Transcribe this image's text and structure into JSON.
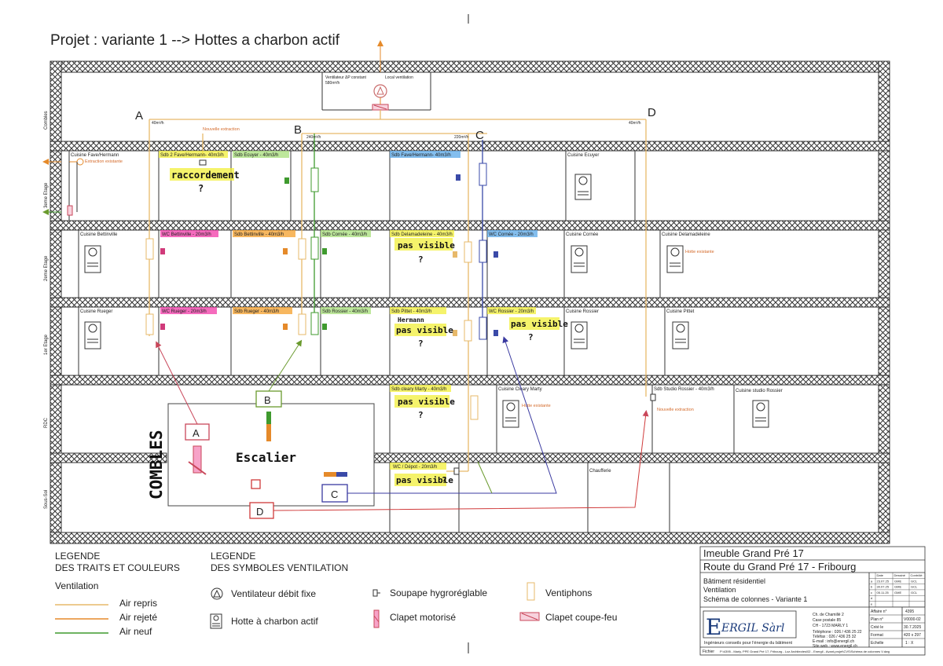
{
  "title": "Projet : variante 1 --> Hottes a charbon actif",
  "roof": {
    "fan_label": "Ventilateur ΔP constant",
    "fan_flow": "580m³/h",
    "room_label": "Local ventilation",
    "new_extraction": "Nouvelle extraction"
  },
  "columns": {
    "a": {
      "letter": "A",
      "flow": "40m³/h"
    },
    "b": {
      "letter": "B",
      "flow": "240m³/h"
    },
    "c": {
      "letter": "C",
      "flow": "220m³/h"
    },
    "d": {
      "letter": "D",
      "flow": "40m³/h"
    }
  },
  "floors": {
    "combles": "Combles",
    "etage3": "3eme Etage",
    "etage2": "2eme Etage",
    "etage1": "1er Etage",
    "rdc": "RDC",
    "soussol": "Sous-Sol"
  },
  "rooms": {
    "r3_1": "Cuisine Fave/Hermann",
    "r3_1_note": "Extraction existante",
    "r3_2": "Sdb 2 Fave/Hermann- 40m3/h",
    "r3_3": "Sdb Ecuyer - 40m3/h",
    "r3_4": "Sdb Fave/Hermann- 40m3/h",
    "r3_5": "Cuisine Ecuyer",
    "r2_1": "Cuisine Bettinville",
    "r2_2": "WC Bettinville - 20m3/h",
    "r2_3": "Sdb Bettinville - 40m3/h",
    "r2_4": "Sdb Cornée - 40m3/h",
    "r2_5": "Sdb Delamadeleine - 40m3/h",
    "r2_6": "WC Cornée - 20m3/h",
    "r2_7": "Cuisine Cornée",
    "r2_8": "Cuisine Delamadeleine",
    "r2_8_note": "Hotte existante",
    "r1_1": "Cuisine Rueger",
    "r1_2": "WC Rueger - 20m3/h",
    "r1_3": "Sdb Rueger - 40m3/h",
    "r1_4": "Sdb Rossier - 40m3/h",
    "r1_5": "Sdb Pittet - 40m3/h",
    "r1_6": "WC Rossier - 20m3/h",
    "r1_7": "Cuisine Rossier",
    "r1_8": "Cuisine Pittet",
    "r0_1": "Sdb cleary Marty - 40m3/h",
    "r0_2": "Cuisine Cleary Marty",
    "r0_2_note": "Hotte existante",
    "r0_3": "Sdb Studio Rossier - 40m3/h",
    "r0_3_note": "Nouvelle extraction",
    "r0_4": "Cuisine studio Rossier",
    "rs_1": "WC / Dépot - 20m3/h",
    "rs_2": "Chaufferie"
  },
  "annotations": {
    "raccordement": "raccordement",
    "question": "?",
    "pas_visible": "pas visible",
    "hermann": "Hermann",
    "combles": "COMBLES",
    "escalier": "Escalier",
    "a": "A",
    "b": "B",
    "c": "C",
    "d": "D"
  },
  "legend_lines": {
    "title1": "LEGENDE",
    "title2": "DES TRAITS ET COULEURS",
    "section": "Ventilation",
    "items": [
      "Air repris",
      "Air rejeté",
      "Air neuf"
    ],
    "colors": [
      "#e7b96a",
      "#e58a2a",
      "#3f9a2e"
    ]
  },
  "legend_symbols": {
    "title1": "LEGENDE",
    "title2": "DES SYMBOLES VENTILATION",
    "items": [
      "Ventilateur débit fixe",
      "Hotte à charbon actif",
      "Soupape hygroréglable",
      "Clapet motorisé",
      "Ventiphons",
      "Clapet coupe-feu"
    ]
  },
  "title_block": {
    "building": "Imeuble Grand Pré 17",
    "address": "Route du Grand Pré 17 - Fribourg",
    "desc1": "Bâtiment résidentiel",
    "desc2": "Ventilation",
    "desc3": "Schéma de colonnes - Variante 1",
    "company": "ERGIL Sàrl",
    "company_letter": "E",
    "tagline": "Ingénieurs conseils pour l'énergie du bâtiment",
    "addr1": "Ch. de Chamillé 2",
    "addr2": "Case postale 85",
    "addr3": "CH - 1723 MARLY 1",
    "phone": "Téléphone : 026 / 436 25 22",
    "fax": "Téléfax : 026 / 436 25 32",
    "email": "E-mail : info@energil.ch",
    "web": "Site web : www.energil.ch",
    "rev_headers": [
      "Date",
      "Dessiné",
      "Contrôlé"
    ],
    "revisions": [
      {
        "idx": "a",
        "date": "23.07.25",
        "drawn": "GME",
        "checked": "GCL"
      },
      {
        "idx": "b",
        "date": "30.07.25",
        "drawn": "GME",
        "checked": "GCL"
      },
      {
        "idx": "c",
        "date": "05.11.25",
        "drawn": "GME",
        "checked": "GCL"
      },
      {
        "idx": "d",
        "date": "",
        "drawn": "",
        "checked": ""
      },
      {
        "idx": "e",
        "date": "",
        "drawn": "",
        "checked": ""
      }
    ],
    "affaire_label": "Affaire n°",
    "affaire": "4395",
    "plan_label": "Plan n°",
    "plan": "V0000-02",
    "cree_label": "Créé le",
    "cree": "30.7.2025",
    "format_label": "Format",
    "format": "420 x 297",
    "echelle_label": "Echelle",
    "echelle": "1 : X",
    "fichier_label": "Fichier",
    "fichier": "P:\\4395 - Marly, PPE Grand Pré 17, Fribourg - Loz Architectes\\02 - Energil - Avant-projet\\CVS\\Schéma de colonnes V.dwg"
  }
}
